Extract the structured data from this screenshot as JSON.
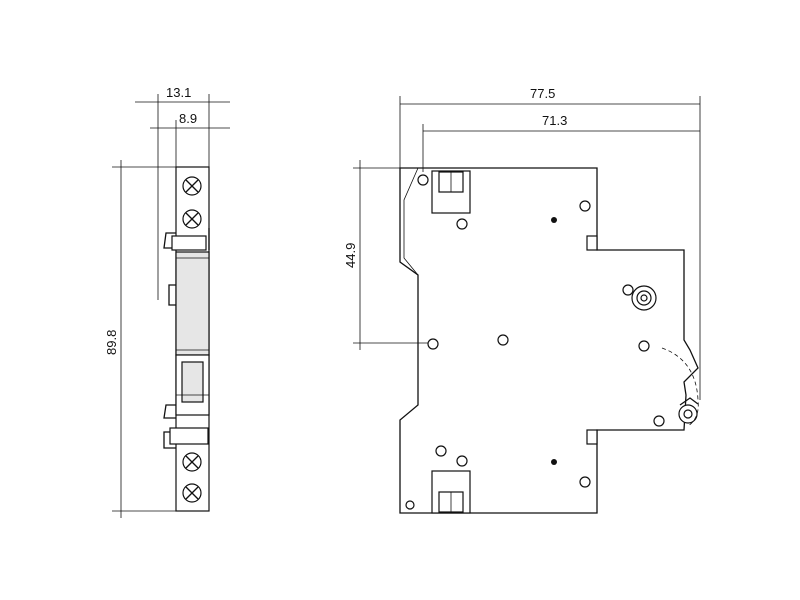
{
  "dimensions": {
    "side_width_total": "13.1",
    "side_width_inner": "8.9",
    "side_height": "89.8",
    "front_width_total": "77.5",
    "front_width_inner": "71.3",
    "front_half_height": "44.9"
  },
  "colors": {
    "line": "#111111",
    "background": "#ffffff",
    "fill_grey": "#e6e6e6"
  }
}
